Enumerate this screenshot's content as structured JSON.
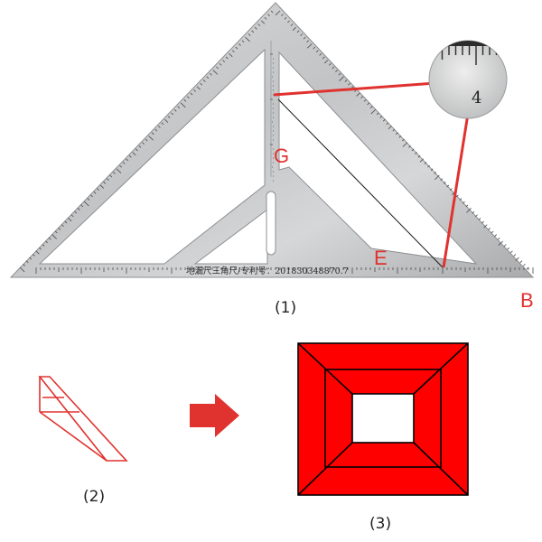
{
  "figure1": {
    "label_g": "G",
    "label_e": "E",
    "label_b": "B",
    "ruler_inscription": "地漏尺三角尺/专利号：201830348870.7",
    "zoom_number": "4",
    "caption": "(1)"
  },
  "figure2": {
    "caption": "(2)"
  },
  "figure3": {
    "caption": "(3)"
  },
  "colors": {
    "steel_light": "#cfd0d1",
    "steel_dark": "#9c9d9f",
    "red": "#e0322f",
    "frame_fill": "#ff0000",
    "outline": "#000000"
  },
  "icons": {
    "arrow": "right-arrow-icon"
  }
}
